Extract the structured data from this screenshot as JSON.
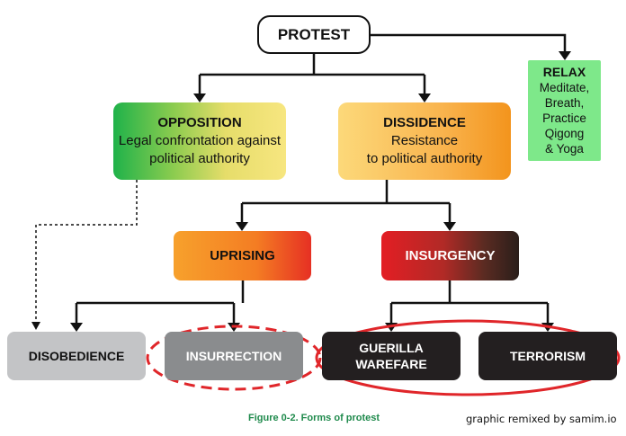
{
  "colors": {
    "accent_red": "#e0262a",
    "line": "#111111",
    "caption_green": "#1f8a4c"
  },
  "nodes": {
    "protest": {
      "title": "PROTEST"
    },
    "relax": {
      "title": "RELAX",
      "lines": [
        "Meditate,",
        "Breath,",
        "Practice",
        "Qigong",
        "& Yoga"
      ]
    },
    "opposition": {
      "title": "OPPOSITION",
      "lines": [
        "Legal confrontation against",
        "political authority"
      ]
    },
    "dissidence": {
      "title": "DISSIDENCE",
      "lines": [
        "Resistance",
        "to political authority"
      ]
    },
    "uprising": {
      "title": "UPRISING"
    },
    "insurgency": {
      "title": "INSURGENCY"
    },
    "disobedience": {
      "title": "DISOBEDIENCE"
    },
    "insurrection": {
      "title": "INSURRECTION"
    },
    "guerilla": {
      "lines": [
        "GUERILLA",
        "WAREFARE"
      ]
    },
    "terrorism": {
      "title": "TERRORISM"
    }
  },
  "caption": "Figure 0-2. Forms of protest",
  "credit": "graphic remixed by samim.io"
}
